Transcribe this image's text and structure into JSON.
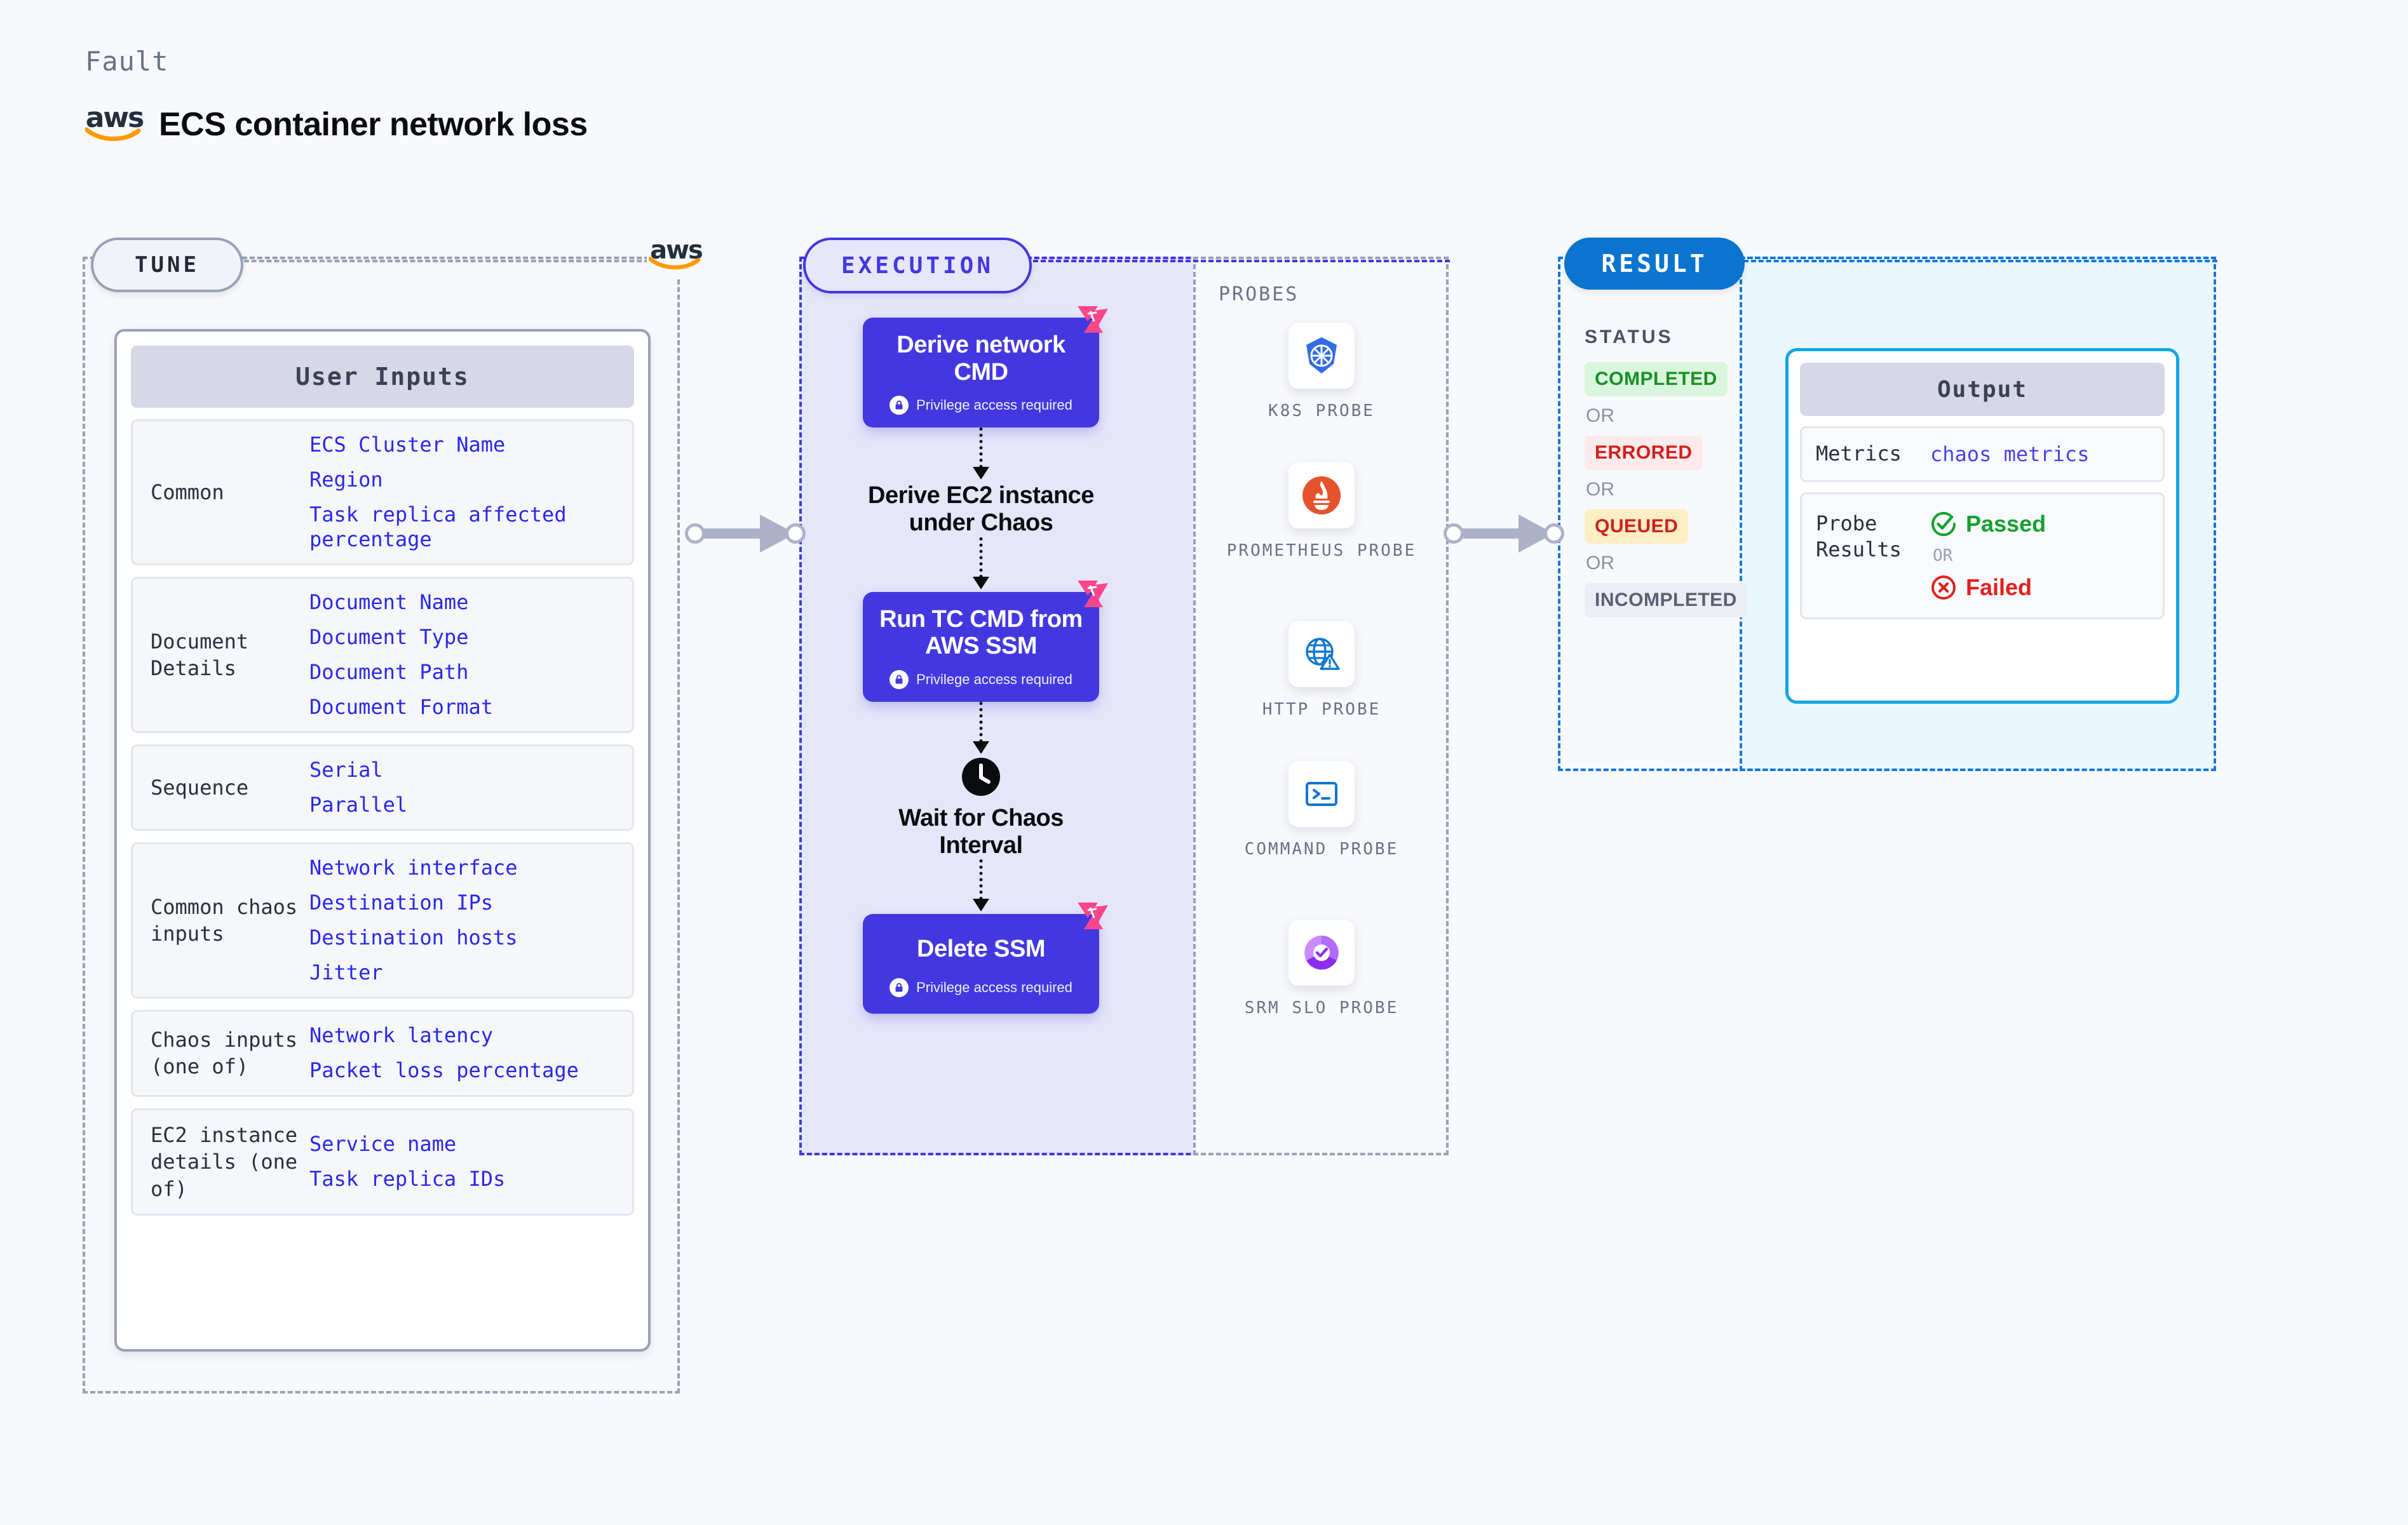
{
  "header": {
    "kicker": "Fault",
    "title": "ECS container network loss",
    "brand_logo": "aws-logo"
  },
  "stages": {
    "tune": {
      "pill": "TUNE",
      "brand_logo": "aws-logo"
    },
    "execution": {
      "pill": "EXECUTION"
    },
    "result": {
      "pill": "RESULT"
    }
  },
  "tune": {
    "card_title": "User Inputs",
    "rows": [
      {
        "key": "Common",
        "values": [
          "ECS Cluster Name",
          "Region",
          "Task replica affected percentage"
        ]
      },
      {
        "key": "Document Details",
        "values": [
          "Document Name",
          "Document Type",
          "Document Path",
          "Document Format"
        ]
      },
      {
        "key": "Sequence",
        "values": [
          "Serial",
          "Parallel"
        ]
      },
      {
        "key": "Common chaos inputs",
        "values": [
          "Network interface",
          "Destination IPs",
          "Destination hosts",
          "Jitter"
        ]
      },
      {
        "key": "Chaos inputs (one of)",
        "values": [
          "Network latency",
          "Packet loss percentage"
        ]
      },
      {
        "key": "EC2 instance details (one of)",
        "values": [
          "Service name",
          "Task replica IDs"
        ]
      }
    ]
  },
  "execution": {
    "privilege_note": "Privilege access required",
    "nodes": [
      {
        "label": "Derive network CMD",
        "type": "chaos",
        "privilege": true,
        "badge": "chaos-badge-icon"
      },
      {
        "label": "Derive EC2 instance under Chaos",
        "type": "plain",
        "privilege": false
      },
      {
        "label": "Run TC CMD from AWS SSM",
        "type": "chaos",
        "privilege": true,
        "badge": "chaos-badge-icon"
      },
      {
        "label": "Wait for Chaos Interval",
        "type": "clock",
        "privilege": false,
        "icon": "clock-icon"
      },
      {
        "label": "Delete SSM",
        "type": "chaos",
        "privilege": true,
        "badge": "chaos-badge-icon"
      }
    ]
  },
  "probes": {
    "label": "PROBES",
    "items": [
      {
        "name": "K8S PROBE",
        "icon": "kubernetes-icon",
        "color": "#326ce5"
      },
      {
        "name": "PROMETHEUS PROBE",
        "icon": "prometheus-icon",
        "color": "#e6522c"
      },
      {
        "name": "HTTP PROBE",
        "icon": "http-globe-icon",
        "color": "#1176d0"
      },
      {
        "name": "COMMAND PROBE",
        "icon": "terminal-icon",
        "color": "#1176d0"
      },
      {
        "name": "SRM SLO PROBE",
        "icon": "srm-slo-icon",
        "color": "#9b4dff"
      }
    ]
  },
  "result": {
    "status_label": "STATUS",
    "or_label": "OR",
    "statuses": [
      {
        "label": "COMPLETED",
        "bg": "#d9f5dd",
        "fg": "#1a8f26"
      },
      {
        "label": "ERRORED",
        "bg": "#fdeaea",
        "fg": "#cf2020"
      },
      {
        "label": "QUEUED",
        "bg": "#fdeec3",
        "fg": "#cf2020"
      },
      {
        "label": "INCOMPLETED",
        "bg": "#eceef5",
        "fg": "#5b6075"
      }
    ],
    "output": {
      "card_title": "Output",
      "metrics_key": "Metrics",
      "metrics_value": "chaos metrics",
      "probe_results_key": "Probe Results",
      "passed_label": "Passed",
      "failed_label": "Failed",
      "or_label": "OR",
      "passed_color": "#14a02e",
      "failed_color": "#e02020"
    }
  },
  "colors": {
    "accent_purple": "#4338e0",
    "accent_blue": "#1677d9",
    "accent_cyan": "#12a6e5",
    "value_link": "#2a28e8",
    "muted": "#6b7186"
  }
}
